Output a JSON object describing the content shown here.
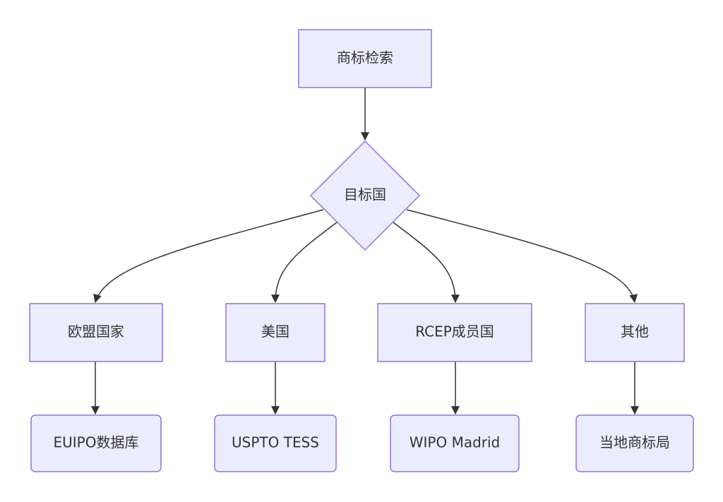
{
  "flowchart": {
    "start": "商标检索",
    "decision": "目标国",
    "branches": [
      {
        "label": "欧盟国家",
        "target": "EUIPO数据库"
      },
      {
        "label": "美国",
        "target": "USPTO TESS"
      },
      {
        "label": "RCEP成员国",
        "target": "WIPO Madrid"
      },
      {
        "label": "其他",
        "target": "当地商标局"
      }
    ]
  }
}
